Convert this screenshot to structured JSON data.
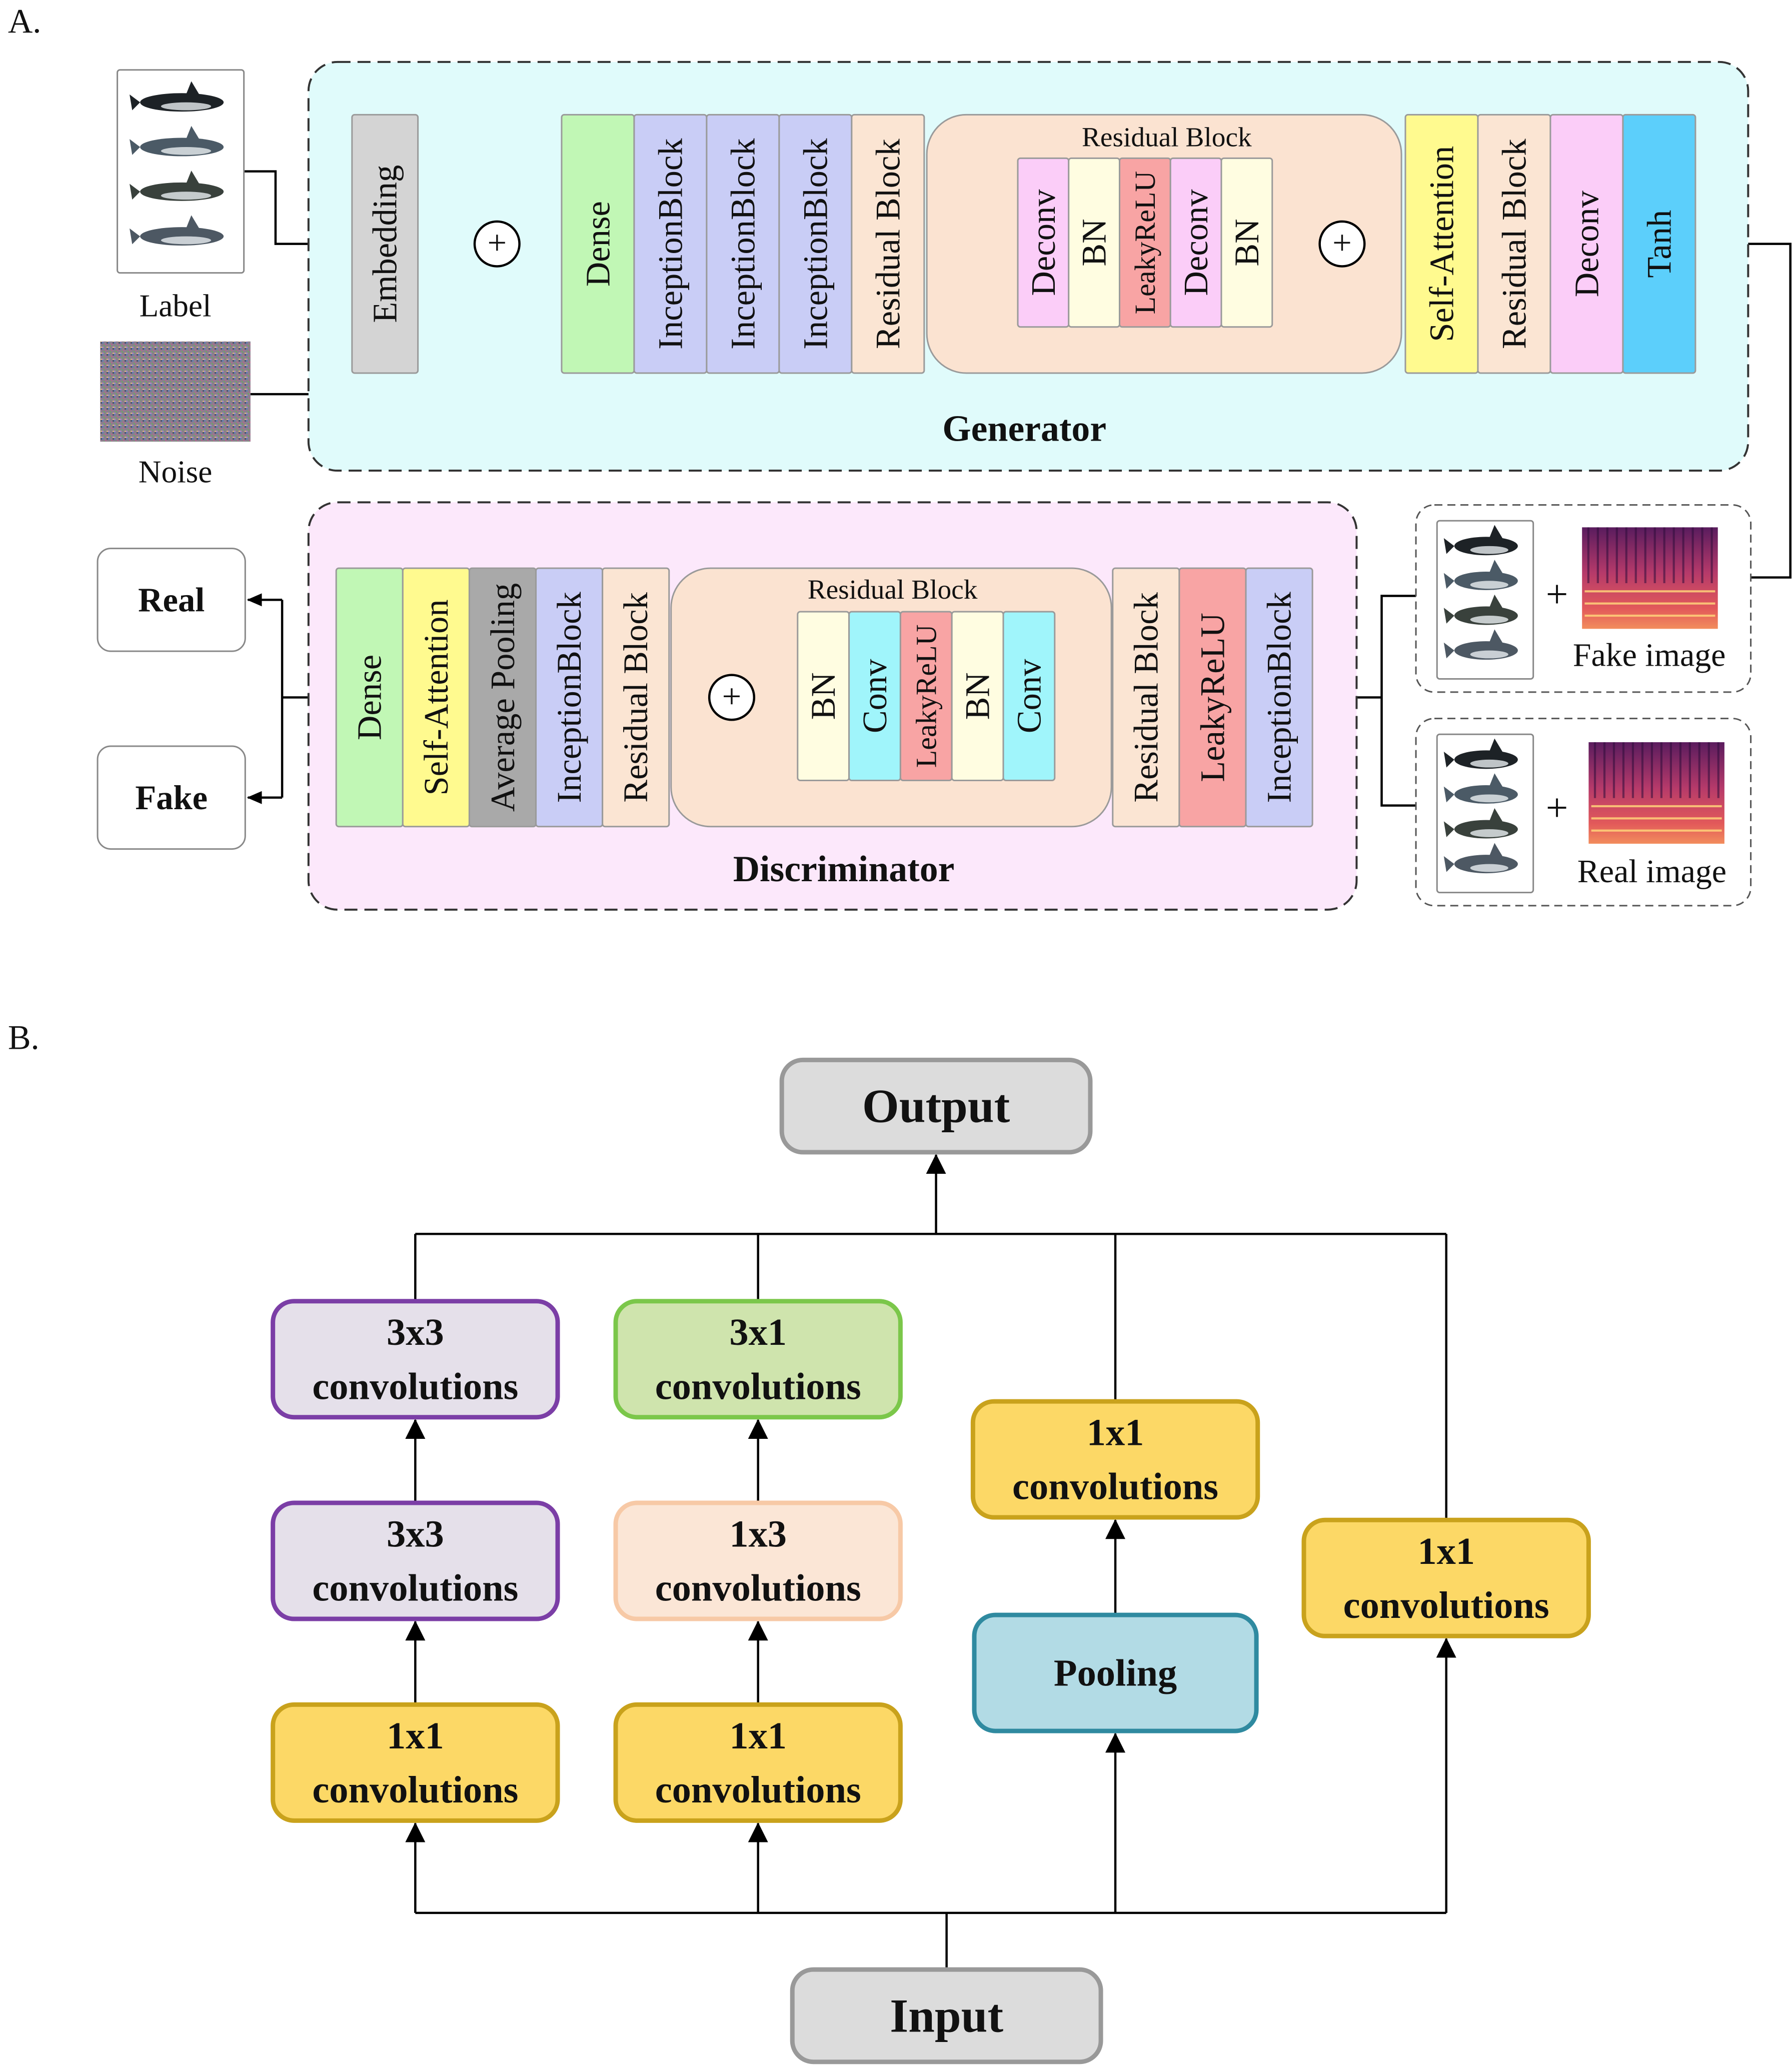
{
  "panel_a": {
    "letter": "A.",
    "inputs": {
      "label": "Label",
      "noise": "Noise"
    },
    "generator": {
      "title": "Generator",
      "embedding": "Embedding",
      "blocks": [
        "Dense",
        "InceptionBlock",
        "InceptionBlock",
        "InceptionBlock",
        "Residual Block"
      ],
      "residual_block": {
        "title": "Residual Block",
        "layers": [
          "Deconv",
          "BN",
          "LeakyReLU",
          "Deconv",
          "BN"
        ]
      },
      "tail": [
        "Self-Attention",
        "Residual Block",
        "Deconv",
        "Tanh"
      ]
    },
    "discriminator": {
      "title": "Discriminator",
      "head": [
        "Dense",
        "Self-Attention",
        "Average Pooling",
        "InceptionBlock",
        "Residual Block"
      ],
      "residual_block": {
        "title": "Residual Block",
        "layers": [
          "BN",
          "Conv",
          "LeakyReLU",
          "BN",
          "Conv"
        ]
      },
      "entry": [
        "Residual Block",
        "LeakyReLU",
        "InceptionBlock"
      ]
    },
    "outputs": {
      "real": "Real",
      "fake": "Fake"
    },
    "samples": {
      "fake": "Fake image",
      "real": "Real image",
      "plus": "+"
    },
    "sum_symbol": "+"
  },
  "panel_b": {
    "letter": "B.",
    "output": "Output",
    "input": "Input",
    "branches": [
      [
        "1x1\nconvolutions",
        "3x3\nconvolutions",
        "3x3\nconvolutions"
      ],
      [
        "1x1\nconvolutions",
        "1x3\nconvolutions",
        "3x1\nconvolutions"
      ],
      [
        "Pooling",
        "1x1\nconvolutions"
      ],
      [
        "1x1\nconvolutions"
      ]
    ]
  },
  "colors": {
    "generator_bg": "#e0fbfb",
    "discriminator_bg": "#fce8fb",
    "residual_bg": "#fbe3d1",
    "embedding": "#d4d4d4",
    "dense": "#c1f7b5",
    "inception": "#c9cdf6",
    "residual": "#fbe5d3",
    "deconv": "#fbcdf8",
    "bn": "#fffde1",
    "leakyrelu": "#f8a4a4",
    "conv": "#a0f5fb",
    "self_attention": "#fffa8f",
    "tanh": "#5ccffb",
    "avg_pool": "#a9a9a9",
    "yellow_node": "#fcd866",
    "purple_node": "#e5e0ea",
    "green_node": "#cfe4ad",
    "peach_node": "#fbe6d6",
    "pooling_node": "#b2dbe5"
  }
}
